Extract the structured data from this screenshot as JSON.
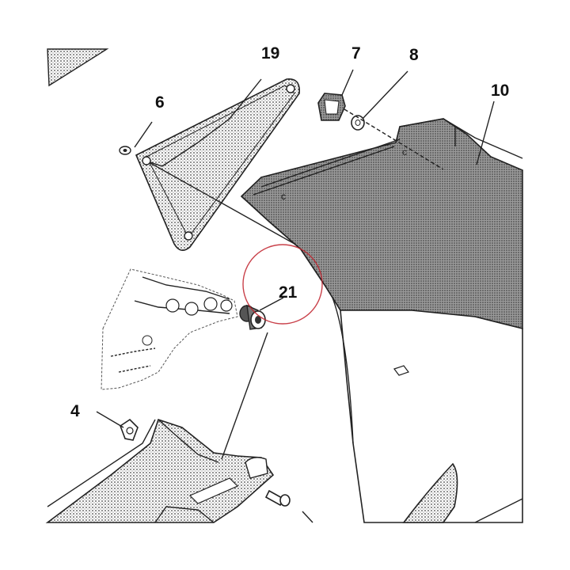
{
  "diagram": {
    "callouts": [
      {
        "id": "19",
        "label": "19"
      },
      {
        "id": "7",
        "label": "7"
      },
      {
        "id": "8",
        "label": "8"
      },
      {
        "id": "10",
        "label": "10"
      },
      {
        "id": "6",
        "label": "6"
      },
      {
        "id": "21",
        "label": "21"
      },
      {
        "id": "4",
        "label": "4"
      }
    ],
    "highlight_color": "#c0202a",
    "line_color": "#222222",
    "hatch_color": "#555555"
  }
}
